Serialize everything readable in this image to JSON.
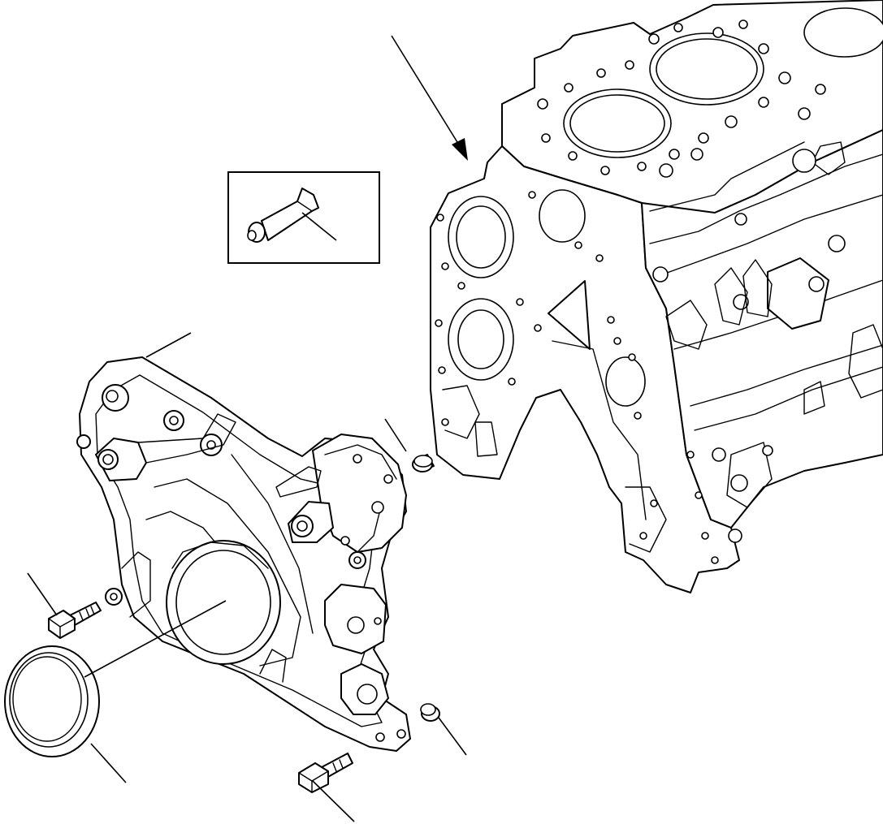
{
  "diagram": {
    "kind": "exploded-parts-view",
    "text_labels": [],
    "inset": {
      "icon": "sealant-tube-icon"
    },
    "parts": [
      {
        "id": "cylinder-block",
        "icon": "engine-block-icon"
      },
      {
        "id": "front-cover",
        "icon": "timing-cover-icon"
      },
      {
        "id": "dowel-pin-upper",
        "icon": "dowel-pin-icon"
      },
      {
        "id": "dowel-pin-lower",
        "icon": "dowel-pin-icon"
      },
      {
        "id": "bolt-left",
        "icon": "flange-bolt-icon"
      },
      {
        "id": "bolt-bottom",
        "icon": "flange-bolt-icon"
      },
      {
        "id": "oil-seal",
        "icon": "oil-seal-icon"
      }
    ],
    "colors": {
      "line": "#000000",
      "background": "#ffffff"
    }
  }
}
